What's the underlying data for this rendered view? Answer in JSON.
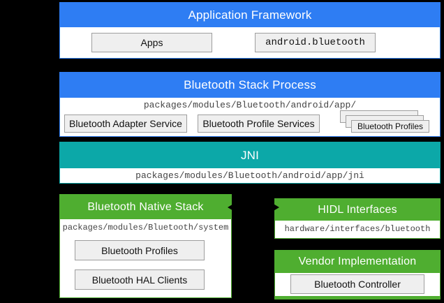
{
  "colors": {
    "bg": "#000000",
    "blue": "#2e7df3",
    "teal": "#0ca8a8",
    "green": "#4fae30",
    "box_bg": "#efefef",
    "box_border": "#9e9e9e",
    "path_text": "#444444",
    "header_text": "#ffffff"
  },
  "sections": {
    "application_framework": {
      "title": "Application Framework",
      "boxes": {
        "apps": "Apps",
        "android_bluetooth": "android.bluetooth"
      }
    },
    "bluetooth_stack_process": {
      "title": "Bluetooth Stack Process",
      "path": "packages/modules/Bluetooth/android/app/",
      "boxes": {
        "adapter_service": "Bluetooth Adapter Service",
        "profile_services": "Bluetooth Profile Services",
        "profiles_stack": "Bluetooth Profiles"
      }
    },
    "jni": {
      "title": "JNI",
      "path": "packages/modules/Bluetooth/android/app/jni"
    },
    "bluetooth_native_stack": {
      "title": "Bluetooth Native Stack",
      "path": "packages/modules/Bluetooth/system",
      "boxes": {
        "profiles": "Bluetooth Profiles",
        "hal_clients": "Bluetooth HAL Clients"
      }
    },
    "hidl_interfaces": {
      "title": "HIDL Interfaces",
      "path": "hardware/interfaces/bluetooth"
    },
    "vendor_implementation": {
      "title": "Vendor Implementation",
      "boxes": {
        "bluetooth_controller": "Bluetooth Controller"
      }
    }
  }
}
